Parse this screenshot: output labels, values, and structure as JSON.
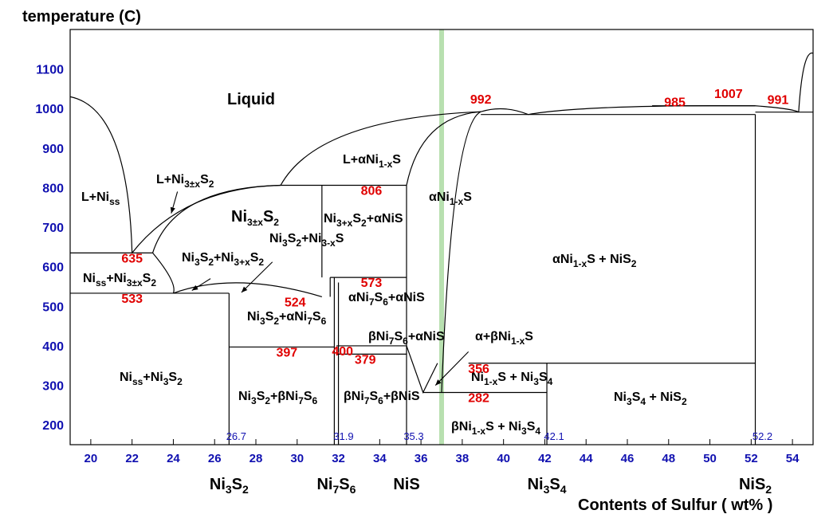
{
  "chart_data": {
    "type": "phase-diagram",
    "title": "",
    "ylabel": "temperature (C)",
    "xlabel": "Contents of Sulfur ( wt% )",
    "xlim": [
      19,
      55
    ],
    "ylim": [
      150,
      1200
    ],
    "x_ticks": [
      "20",
      "22",
      "24",
      "26",
      "28",
      "30",
      "32",
      "34",
      "36",
      "38",
      "40",
      "42",
      "44",
      "46",
      "48",
      "50",
      "52",
      "54"
    ],
    "y_ticks": [
      "1100",
      "1000",
      "900",
      "800",
      "700",
      "600",
      "500",
      "400",
      "300",
      "200"
    ],
    "compounds": [
      {
        "name": "Ni3S2",
        "main": "Ni",
        "sub1": "3",
        "mid": "S",
        "sub2": "2",
        "x": 26.7,
        "comp_label": "26.7"
      },
      {
        "name": "Ni7S6",
        "main": "Ni",
        "sub1": "7",
        "mid": "S",
        "sub2": "6",
        "x": 31.9,
        "comp_label": "31.9"
      },
      {
        "name": "NiS",
        "main": "NiS",
        "sub1": "",
        "mid": "",
        "sub2": "",
        "x": 35.3,
        "comp_label": "35.3"
      },
      {
        "name": "Ni3S4",
        "main": "Ni",
        "sub1": "3",
        "mid": "S",
        "sub2": "4",
        "x": 42.1,
        "comp_label": "42.1"
      },
      {
        "name": "NiS2",
        "main": "NiS",
        "sub1": "2",
        "mid": "",
        "sub2": "",
        "x": 52.2,
        "comp_label": "52.2"
      }
    ],
    "temperatures": [
      {
        "label": "635",
        "x": 22,
        "y": 635
      },
      {
        "label": "533",
        "x": 22,
        "y": 533
      },
      {
        "label": "524",
        "x": 29.9,
        "y": 524
      },
      {
        "label": "806",
        "x": 33.6,
        "y": 806
      },
      {
        "label": "573",
        "x": 33.6,
        "y": 573
      },
      {
        "label": "400",
        "x": 32.2,
        "y": 400
      },
      {
        "label": "397",
        "x": 29.5,
        "y": 397
      },
      {
        "label": "379",
        "x": 33.3,
        "y": 379
      },
      {
        "label": "356",
        "x": 38.8,
        "y": 356
      },
      {
        "label": "282",
        "x": 38.8,
        "y": 282
      },
      {
        "label": "992",
        "x": 38.9,
        "y": 992
      },
      {
        "label": "1007",
        "x": 50.9,
        "y": 1007
      },
      {
        "label": "985",
        "x": 48.3,
        "y": 985
      },
      {
        "label": "991",
        "x": 53.3,
        "y": 991
      }
    ],
    "phase_labels": {
      "liquid": "Liquid",
      "l_niss": [
        "L+Ni",
        "ss",
        ""
      ],
      "l_ni3s2": [
        "L+Ni",
        "3±x",
        "S",
        "2"
      ],
      "l_ani": [
        "L+αNi",
        "1-x",
        "S"
      ],
      "ani": [
        "αNi",
        "1-x",
        "S"
      ],
      "ni3s2_field": [
        "Ni",
        "3±x",
        "S",
        "2"
      ],
      "ni3xs2_ani": [
        "Ni",
        "3+x",
        "S",
        "2",
        "+αNiS"
      ],
      "ni3s2_ni3xs": [
        "Ni",
        "3",
        "S",
        "2",
        "+Ni",
        "3-x",
        "S"
      ],
      "ni3s2_ni3xs2": [
        "Ni",
        "3",
        "S",
        "2",
        "+Ni",
        "3+x",
        "S",
        "2"
      ],
      "niss_ni3s2": [
        "Ni",
        "ss",
        "+Ni",
        "3±x",
        "S",
        "2"
      ],
      "ani_nis2": [
        "αNi",
        "1-x",
        "S + NiS",
        "2"
      ],
      "ani7s6_anis": [
        "αNi",
        "7",
        "S",
        "6",
        "+αNiS"
      ],
      "ni3s2_ani7s6": [
        "Ni",
        "3",
        "S",
        "2",
        "+αNi",
        "7",
        "S",
        "6"
      ],
      "bni7s6_anis": [
        "βNi",
        "7",
        "S",
        "6",
        "+αNiS"
      ],
      "a_bni": [
        "α+βNi",
        "1-x",
        "S"
      ],
      "niss_ni3s2_low": [
        "Ni",
        "ss",
        "+Ni",
        "3",
        "S",
        "2"
      ],
      "ni3s2_bni7s6": [
        "Ni",
        "3",
        "S",
        "2",
        "+βNi",
        "7",
        "S",
        "6"
      ],
      "bni7s6_bnis": [
        "βNi",
        "7",
        "S",
        "6",
        "+βNiS"
      ],
      "ni1xs_ni3s4": [
        "Ni",
        "1-x",
        "S + Ni",
        "3",
        "S",
        "4"
      ],
      "ni3s4_nis2": [
        "Ni",
        "3",
        "S",
        "4",
        " + NiS",
        "2"
      ],
      "bni_ni3s4": [
        "βNi",
        "1-x",
        "S + Ni",
        "3",
        "S",
        "4"
      ]
    },
    "highlight": {
      "x": 37.0,
      "color": "#b8e0b0"
    },
    "grid": false
  }
}
